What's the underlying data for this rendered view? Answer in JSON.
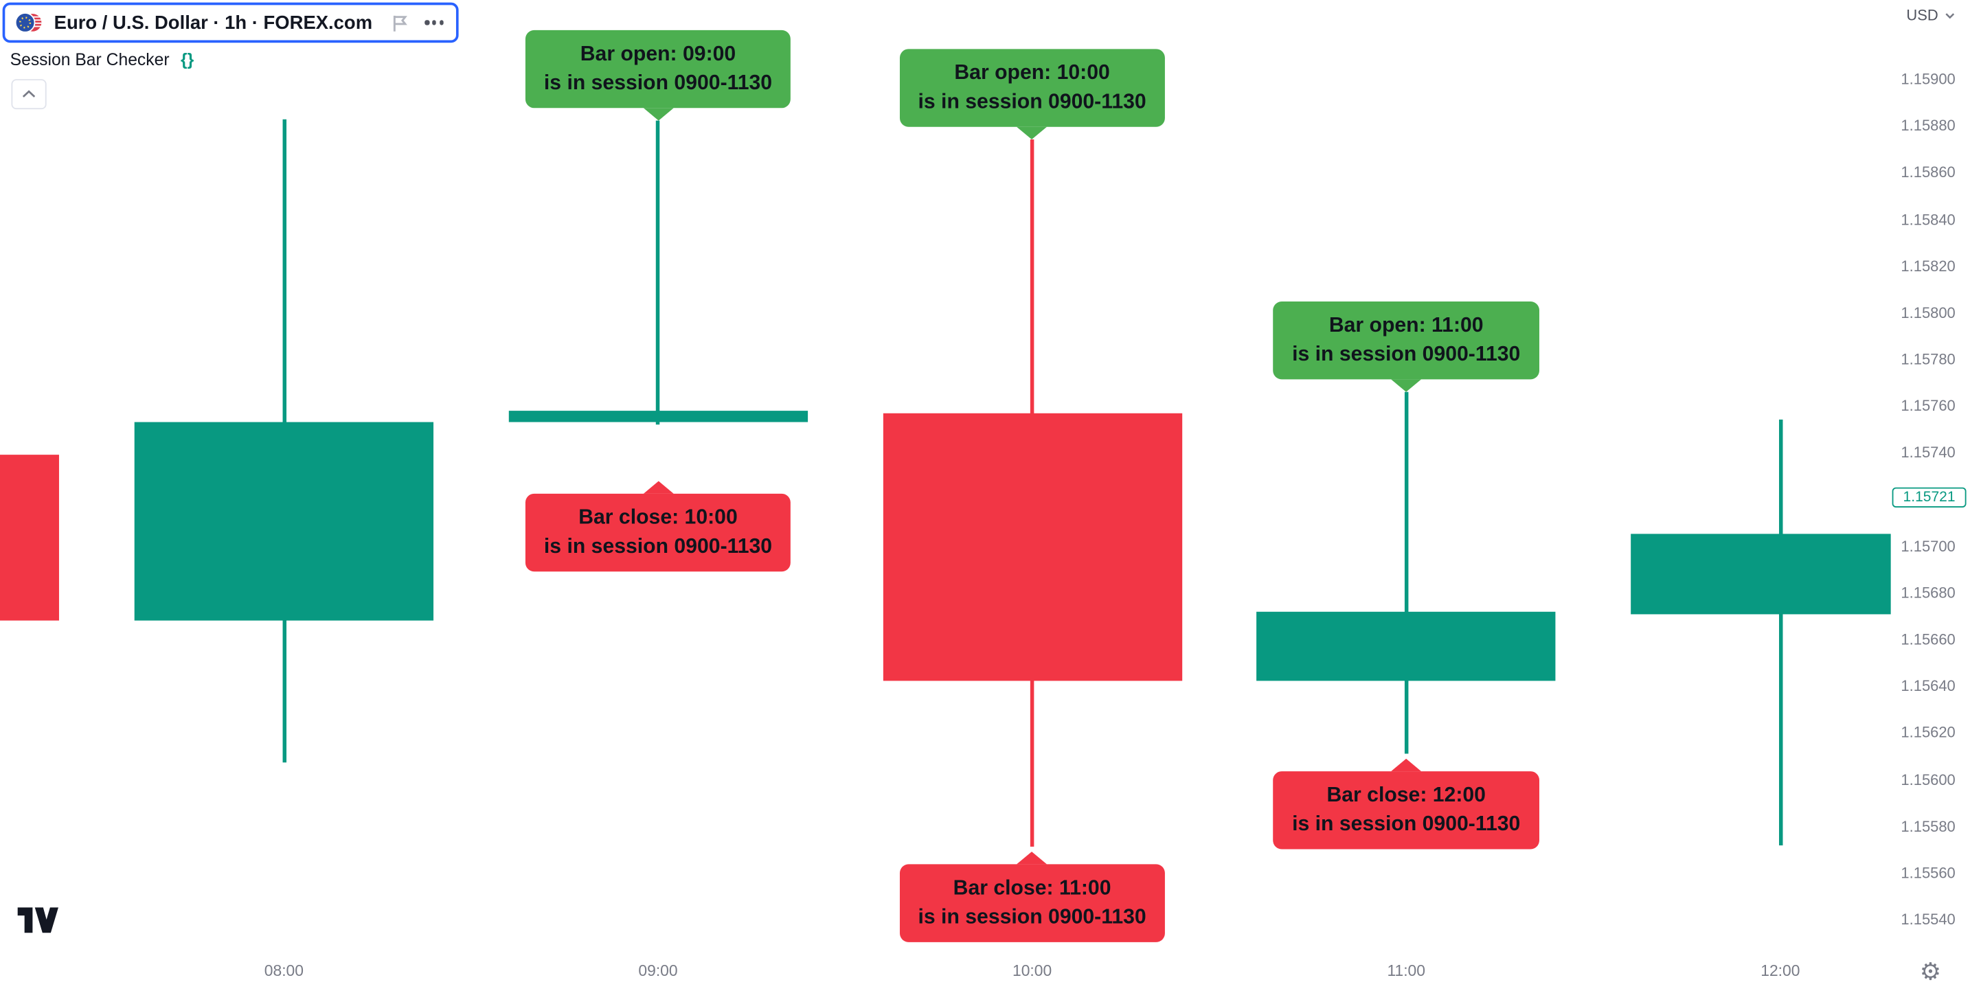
{
  "colors": {
    "accent_blue": "#2962ff",
    "up_teal": "#089981",
    "down_red": "#f23645",
    "open_label_bg": "#4caf50",
    "close_label_bg": "#f23645",
    "label_text": "#10141c",
    "axis_text": "#787b86"
  },
  "header": {
    "symbol_title": "Euro / U.S. Dollar · 1h · FOREX.com"
  },
  "indicator": {
    "name": "Session Bar Checker",
    "source_icon_glyph": "{}"
  },
  "icons": {
    "settings_gear": "⚙"
  },
  "price_scale": {
    "currency": "USD",
    "current_price": "1.15721",
    "ticks": [
      "1.15900",
      "1.15880",
      "1.15860",
      "1.15840",
      "1.15820",
      "1.15800",
      "1.15780",
      "1.15760",
      "1.15740",
      "1.15700",
      "1.15680",
      "1.15660",
      "1.15640",
      "1.15620",
      "1.15600",
      "1.15580",
      "1.15560",
      "1.15540"
    ]
  },
  "time_axis": {
    "labels": [
      "08:00",
      "09:00",
      "10:00",
      "11:00",
      "12:00"
    ]
  },
  "chart_data": {
    "type": "candlestick",
    "symbol": "Euro / U.S. Dollar",
    "interval": "1h",
    "exchange": "FOREX.com",
    "price_axis": {
      "min": 1.1554,
      "max": 1.159,
      "tick_step": 0.0002
    },
    "candles": [
      {
        "time": "07:00",
        "open": 1.15739,
        "high": 1.15739,
        "low": 1.15668,
        "close": 1.15668
      },
      {
        "time": "08:00",
        "open": 1.15668,
        "high": 1.15883,
        "low": 1.15607,
        "close": 1.15753
      },
      {
        "time": "09:00",
        "open": 1.15753,
        "high": 1.15882,
        "low": 1.15752,
        "close": 1.15758
      },
      {
        "time": "10:00",
        "open": 1.15757,
        "high": 1.15874,
        "low": 1.15571,
        "close": 1.15642
      },
      {
        "time": "11:00",
        "open": 1.15642,
        "high": 1.15766,
        "low": 1.15611,
        "close": 1.15672
      },
      {
        "time": "12:00",
        "open": 1.15671,
        "high": 1.15754,
        "low": 1.15572,
        "close": 1.15705
      }
    ],
    "session_labels": [
      {
        "kind": "open",
        "bar_time": "09:00",
        "anchor_price": 1.15882,
        "line1": "Bar open: 09:00",
        "line2": "is in session 0900-1130"
      },
      {
        "kind": "close",
        "bar_time": "09:00",
        "anchor_price": 1.15728,
        "line1": "Bar close: 10:00",
        "line2": "is in session 0900-1130"
      },
      {
        "kind": "open",
        "bar_time": "10:00",
        "anchor_price": 1.15874,
        "line1": "Bar open: 10:00",
        "line2": "is in session 0900-1130"
      },
      {
        "kind": "close",
        "bar_time": "10:00",
        "anchor_price": 1.15569,
        "line1": "Bar close: 11:00",
        "line2": "is in session 0900-1130"
      },
      {
        "kind": "open",
        "bar_time": "11:00",
        "anchor_price": 1.15766,
        "line1": "Bar open: 11:00",
        "line2": "is in session 0900-1130"
      },
      {
        "kind": "close",
        "bar_time": "11:00",
        "anchor_price": 1.15609,
        "line1": "Bar close: 12:00",
        "line2": "is in session 0900-1130"
      }
    ]
  }
}
